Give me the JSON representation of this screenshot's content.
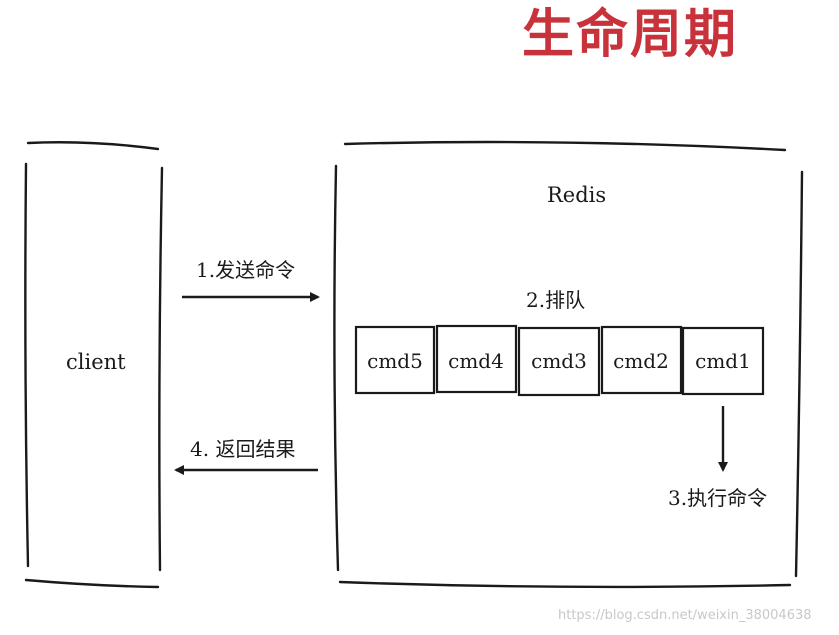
{
  "title": "生命周期",
  "client": {
    "label": "client"
  },
  "server": {
    "label": "Redis"
  },
  "steps": {
    "send": "1.发送命令",
    "queue": "2.排队",
    "execute": "3.执行命令",
    "return": "4. 返回结果"
  },
  "queue_commands": [
    "cmd5",
    "cmd4",
    "cmd3",
    "cmd2",
    "cmd1"
  ],
  "watermark": "https://blog.csdn.net/weixin_38004638",
  "colors": {
    "title": "#c8333b",
    "ink": "#1a1a1a",
    "watermark": "#c8c8c8"
  }
}
